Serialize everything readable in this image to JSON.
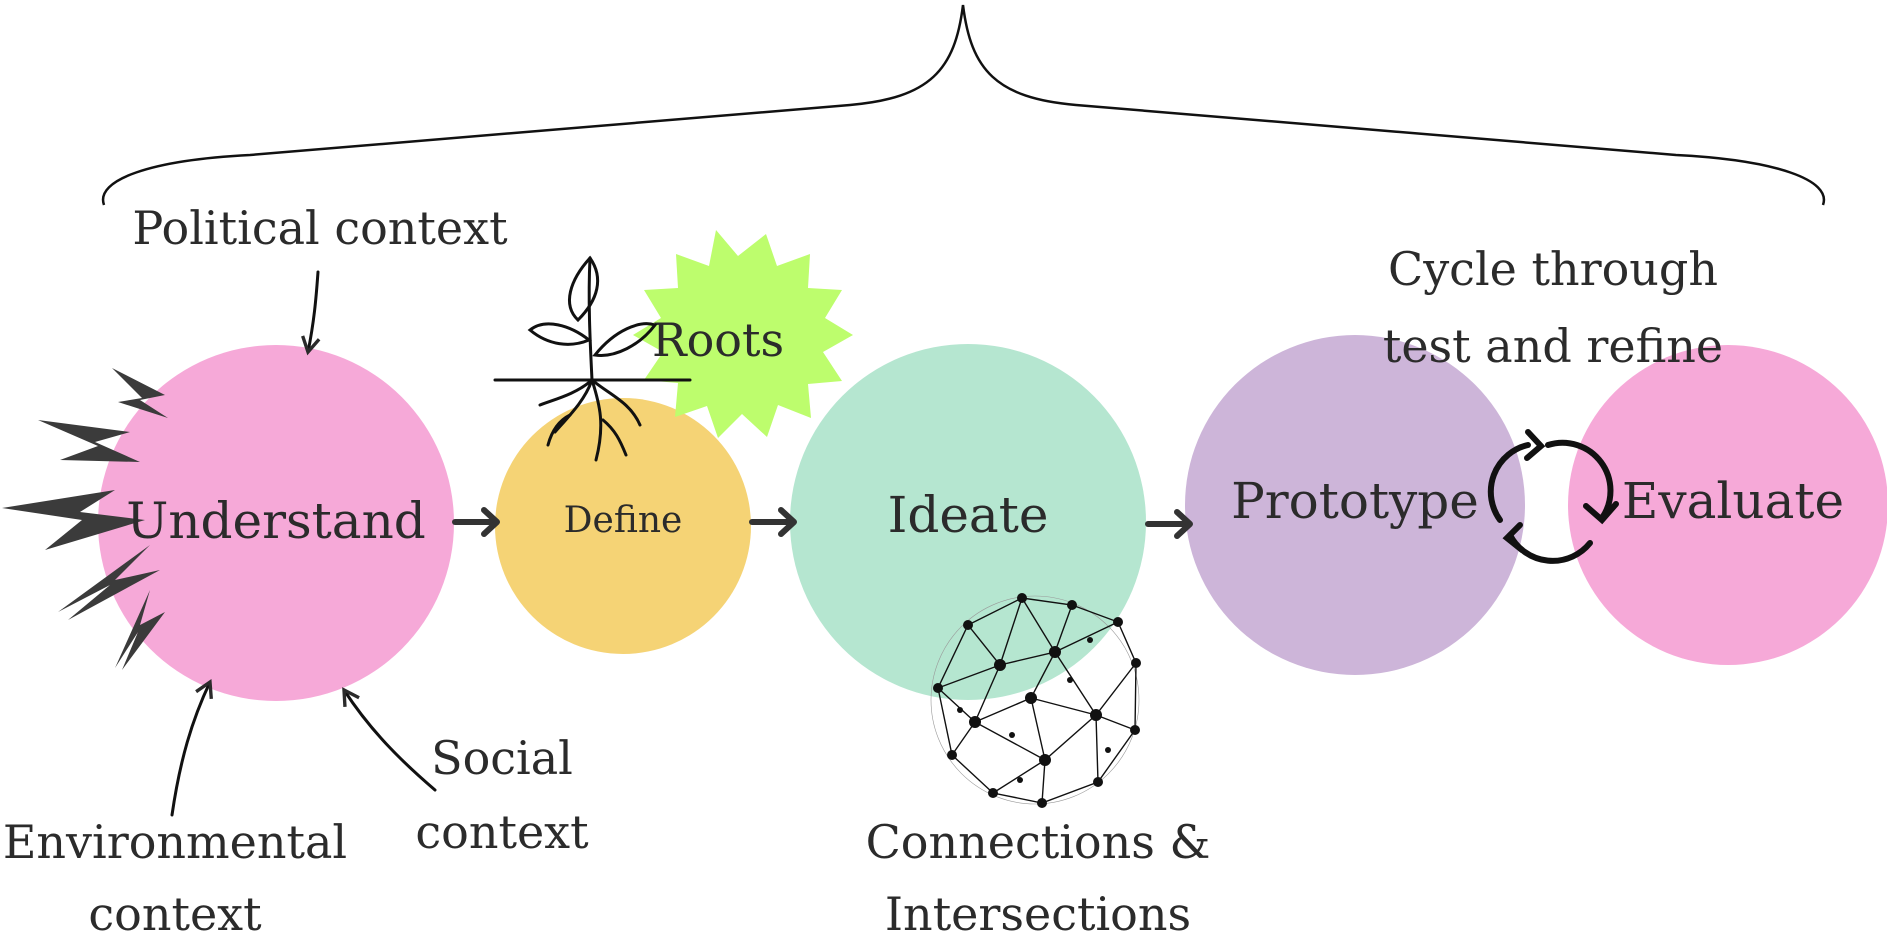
{
  "stages": {
    "understand": "Understand",
    "define": "Define",
    "ideate": "Ideate",
    "prototype": "Prototype",
    "evaluate": "Evaluate"
  },
  "annotations": {
    "political": "Political context",
    "environmental_1": "Environmental",
    "environmental_2": "context",
    "social_1": "Social",
    "social_2": "context",
    "roots": "Roots",
    "connections_1": "Connections &",
    "connections_2": "Intersections",
    "cycle_1": "Cycle through",
    "cycle_2": "test and refine"
  },
  "colors": {
    "understand": "#f6a9d8",
    "define": "#f5d375",
    "ideate": "#b5e6d0",
    "prototype": "#cdb5d9",
    "evaluate": "#f6a9d8",
    "roots_badge": "#bdfd6d",
    "ink": "#2b2b2b"
  },
  "icons": [
    "lightning-bolts-icon",
    "plant-roots-icon",
    "network-sphere-icon",
    "refresh-cycle-icon",
    "arrow-right-icon"
  ]
}
